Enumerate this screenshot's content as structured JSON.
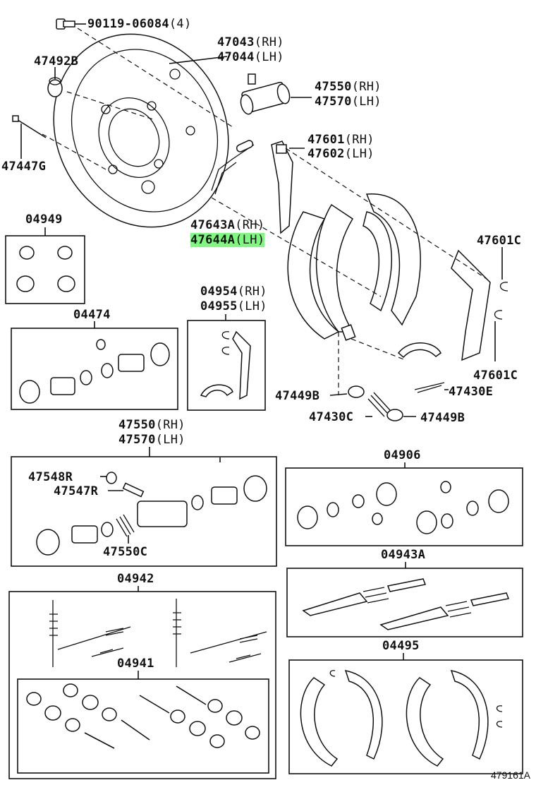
{
  "diagram_number": "479161A",
  "labels": {
    "screw": {
      "part": "90119-06084",
      "suffix": "(4)"
    },
    "plate_rh": {
      "part": "47043",
      "suffix": "(RH)"
    },
    "plate_lh": {
      "part": "47044",
      "suffix": "(LH)"
    },
    "bleeder_plug": {
      "part": "47492B",
      "suffix": ""
    },
    "cyl_rh": {
      "part": "47550",
      "suffix": "(RH)"
    },
    "cyl_lh": {
      "part": "47570",
      "suffix": "(LH)"
    },
    "lever_rh": {
      "part": "47601",
      "suffix": "(RH)"
    },
    "lever_lh": {
      "part": "47602",
      "suffix": "(LH)"
    },
    "bolt": {
      "part": "47447G",
      "suffix": ""
    },
    "kit_04949": {
      "part": "04949",
      "suffix": ""
    },
    "spring_rh": {
      "part": "47643A",
      "suffix": "(RH)"
    },
    "spring_lh": {
      "part": "47644A",
      "suffix": "(LH)"
    },
    "c_upper": {
      "part": "47601C",
      "suffix": ""
    },
    "kit_04474": {
      "part": "04474",
      "suffix": ""
    },
    "kit_04954": {
      "part": "04954",
      "suffix": "(RH)"
    },
    "kit_04955": {
      "part": "04955",
      "suffix": "(LH)"
    },
    "c_lower": {
      "part": "47601C",
      "suffix": ""
    },
    "cup_left": {
      "part": "47449B",
      "suffix": ""
    },
    "spring_e": {
      "part": "47430E",
      "suffix": ""
    },
    "spring_c": {
      "part": "47430C",
      "suffix": ""
    },
    "cup_right": {
      "part": "47449B",
      "suffix": ""
    },
    "cyl2_rh": {
      "part": "47550",
      "suffix": "(RH)"
    },
    "cyl2_lh": {
      "part": "47570",
      "suffix": "(LH)"
    },
    "kit_04906": {
      "part": "04906",
      "suffix": ""
    },
    "r_47548": {
      "part": "47548R",
      "suffix": ""
    },
    "r_47547": {
      "part": "47547R",
      "suffix": ""
    },
    "c_47550": {
      "part": "47550C",
      "suffix": ""
    },
    "kit_04943a": {
      "part": "04943A",
      "suffix": ""
    },
    "kit_04942": {
      "part": "04942",
      "suffix": ""
    },
    "kit_04495": {
      "part": "04495",
      "suffix": ""
    },
    "kit_04941": {
      "part": "04941",
      "suffix": ""
    }
  },
  "highlight_color": "#7dfa7d"
}
